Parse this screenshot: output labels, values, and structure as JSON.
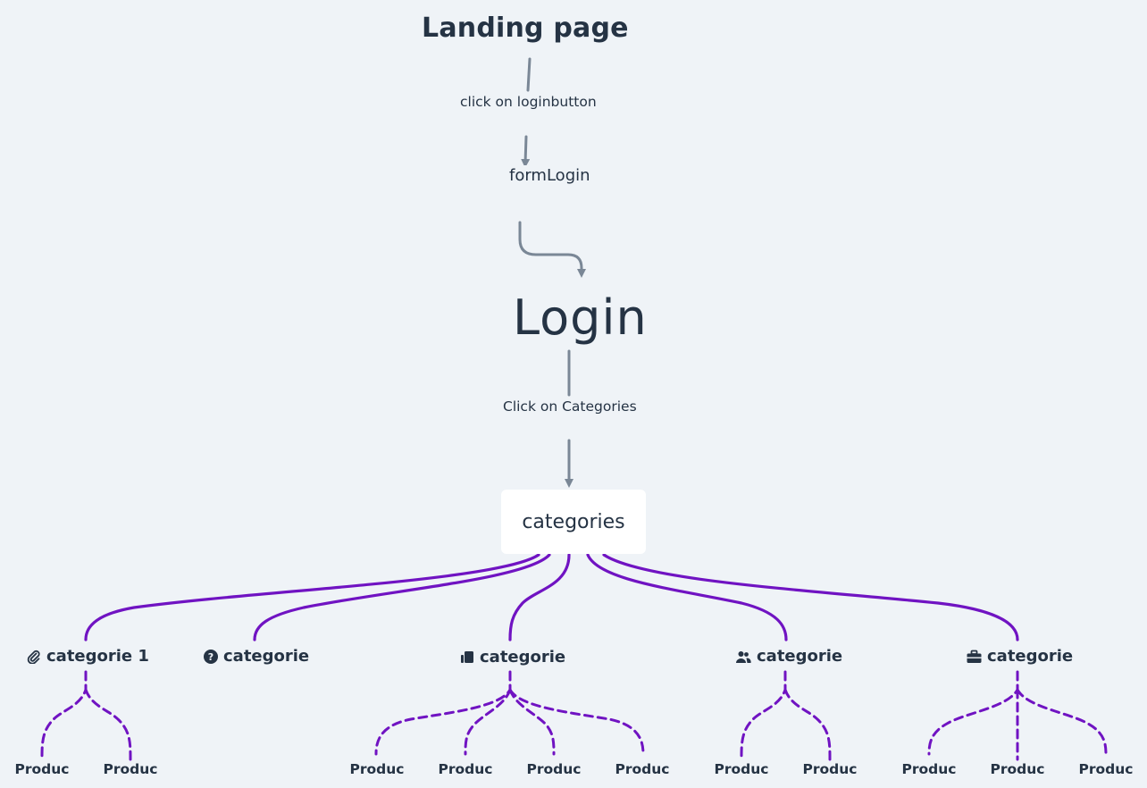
{
  "root": {
    "title": "Landing page"
  },
  "edges": {
    "click_login_button": "click on loginbutton",
    "form_login": "formLogin",
    "click_categories": "Click on Categories"
  },
  "login": {
    "title": "Login"
  },
  "categories": {
    "title": "categories"
  },
  "category_nodes": [
    {
      "label": "categorie 1",
      "icon": "paperclip-icon",
      "products": [
        "Produc",
        "Produc"
      ]
    },
    {
      "label": "categorie",
      "icon": "question-circle-icon",
      "products": []
    },
    {
      "label": "categorie",
      "icon": "document-stack-icon",
      "products": [
        "Produc",
        "Produc",
        "Produc",
        "Produc"
      ]
    },
    {
      "label": "categorie",
      "icon": "users-icon",
      "products": [
        "Produc",
        "Produc"
      ]
    },
    {
      "label": "categorie",
      "icon": "briefcase-icon",
      "products": [
        "Produc",
        "Produc",
        "Produc"
      ]
    }
  ],
  "colors": {
    "background": "#eff3f7",
    "text": "#253344",
    "connector_gray": "#7a8796",
    "branch_purple": "#7013c2"
  }
}
